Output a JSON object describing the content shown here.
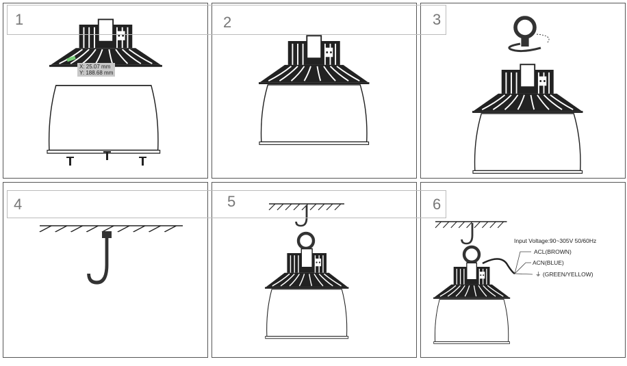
{
  "steps": [
    {
      "number": "1"
    },
    {
      "number": "2"
    },
    {
      "number": "3"
    },
    {
      "number": "4"
    },
    {
      "number": "5"
    },
    {
      "number": "6"
    }
  ],
  "measure_tooltip": {
    "x": "X: 25.07 mm",
    "y": "Y: 188.68 mm"
  },
  "wiring": {
    "input_voltage": "Input Voltage:90~305V 50/60Hz",
    "acl": "ACL(BROWN)",
    "acn": "ACN(BLUE)",
    "ground": "(GREEN/YELLOW)",
    "ground_symbol": "⏚"
  }
}
